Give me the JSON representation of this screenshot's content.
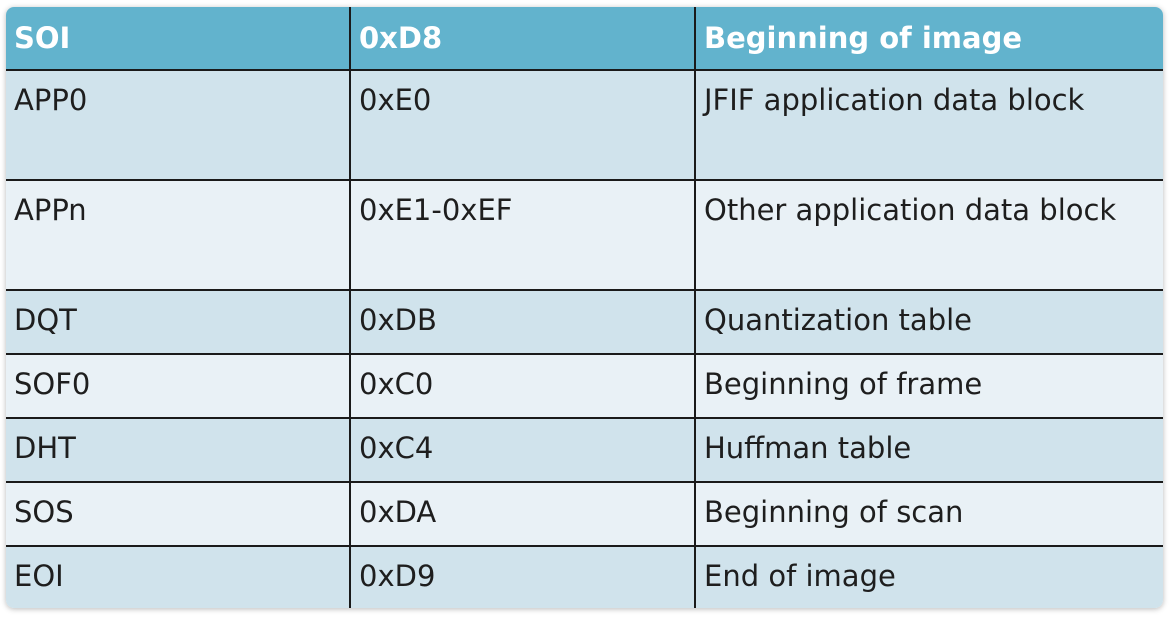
{
  "table": {
    "header": [
      "SOI",
      "0xD8",
      "Beginning of image"
    ],
    "rows": [
      [
        "APP0",
        "0xE0",
        "JFIF application data block"
      ],
      [
        "APPn",
        "0xE1-0xEF",
        "Other application data block"
      ],
      [
        "DQT",
        "0xDB",
        "Quantization table"
      ],
      [
        "SOF0",
        "0xC0",
        "Beginning of frame"
      ],
      [
        "DHT",
        "0xC4",
        "Huffman table"
      ],
      [
        "SOS",
        "0xDA",
        "Beginning of scan"
      ],
      [
        "EOI",
        "0xD9",
        "End of image"
      ]
    ]
  },
  "colors": {
    "header_bg": "#62b3cd",
    "header_text": "#ffffff",
    "row_odd_bg": "#d0e3ec",
    "row_even_bg": "#e9f1f6",
    "border": "#1a1a1a"
  }
}
